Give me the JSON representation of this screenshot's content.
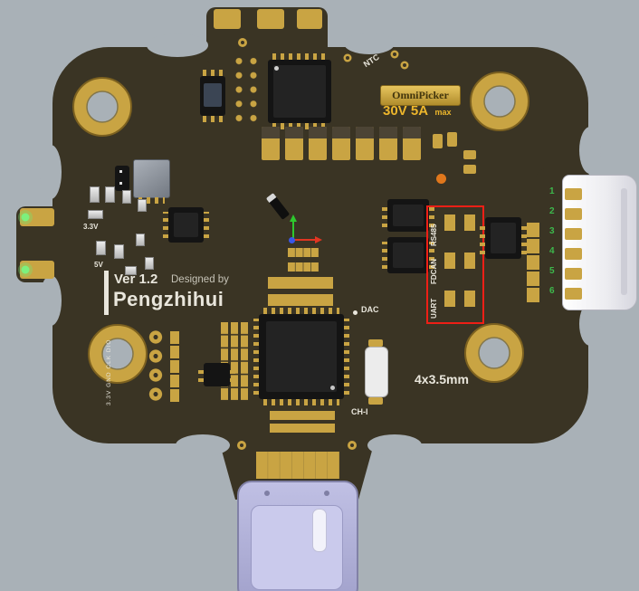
{
  "board": {
    "ntc_label": "NTC",
    "brand_plate": "OmniPicker",
    "rating": "30V 5A",
    "rating_max": "max",
    "bus_labels": [
      "RS485",
      "FDCAN",
      "UART"
    ],
    "pin_numbers": [
      "1",
      "2",
      "3",
      "4",
      "5",
      "6"
    ],
    "rail_33": "3.3V",
    "rail_5": "5V",
    "version": "Ver 1.2",
    "designed_by": "Designed by",
    "designer": "Pengzhihui",
    "debug_header": "3.3V GND CLK DIO",
    "dac_label": "DAC",
    "ch1_label": "CH-I",
    "mounting_note": "4x3.5mm"
  },
  "colors": {
    "background": "#a9b1b7",
    "board": "#3a3424",
    "pad_gold": "#c9a443",
    "highlight_red": "#ee1f16",
    "rating_gold": "#edb62c",
    "pin_number_green": "#3db84c",
    "silk_white": "#e9e6dc",
    "usb_shell": "#aeaed6",
    "led_green": "#74e874",
    "orange_marker": "#e0771c"
  }
}
